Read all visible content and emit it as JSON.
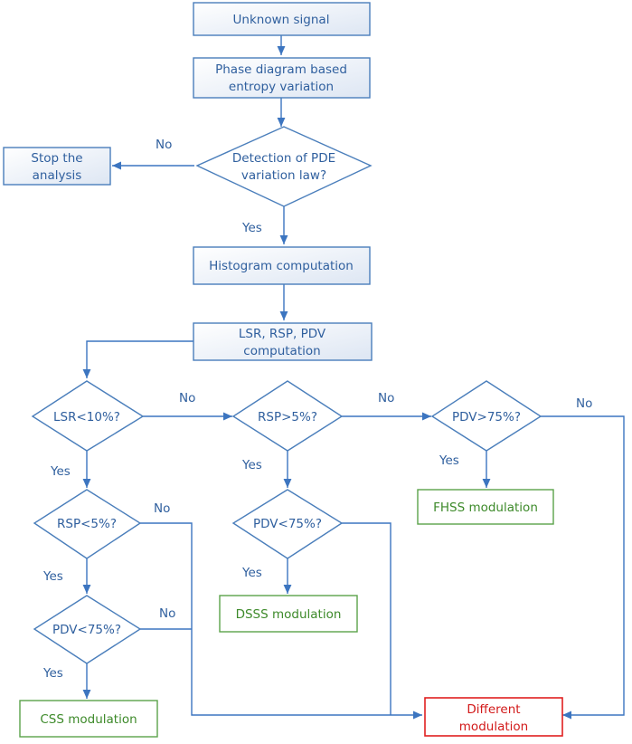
{
  "nodes": {
    "unknown_signal": "Unknown signal",
    "phase_diagram": [
      "Phase diagram based",
      "entropy variation"
    ],
    "detection_pde": [
      "Detection of PDE",
      "variation law?"
    ],
    "stop": [
      "Stop the",
      "analysis"
    ],
    "histogram": "Histogram computation",
    "lsr_rsp_pdv": [
      "LSR, RSP, PDV",
      "computation"
    ],
    "lsr_10": "LSR<10%?",
    "rsp_gt_5": "RSP>5%?",
    "pdv_gt_75": "PDV>75%?",
    "rsp_lt_5": "RSP<5%?",
    "pdv_lt_75_mid": "PDV<75%?",
    "pdv_lt_75_left": "PDV<75%?",
    "fhss": "FHSS modulation",
    "dsss": "DSSS modulation",
    "css": "CSS modulation",
    "different": [
      "Different",
      "modulation"
    ]
  },
  "edge_labels": {
    "no": "No",
    "yes": "Yes"
  },
  "colors": {
    "line": "#3c75c0",
    "text": "#2f5f9e",
    "green": "#5aa34a",
    "red": "#e02020"
  }
}
